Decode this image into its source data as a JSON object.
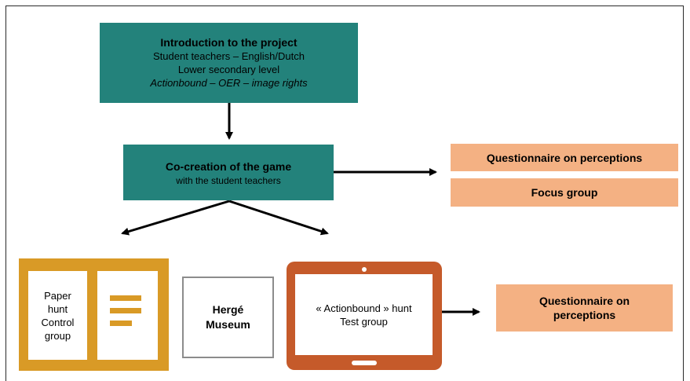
{
  "intro": {
    "title": "Introduction to the project",
    "line1": "Student teachers – English/Dutch",
    "line2": "Lower secondary level",
    "line3": "Actionbound – OER – image rights"
  },
  "cocreation": {
    "title": "Co-creation of the game",
    "subtitle": "with the student teachers"
  },
  "outputs": {
    "questionnaire": "Questionnaire on perceptions",
    "focus_group": "Focus group"
  },
  "paper_hunt": {
    "line1": "Paper",
    "line2": "hunt",
    "line3": "Control",
    "line4": "group"
  },
  "museum": {
    "line1": "Hergé",
    "line2": "Museum"
  },
  "actionbound": {
    "line1": "« Actionbound » hunt",
    "line2": "Test group"
  },
  "final_output": {
    "line1": "Questionnaire on",
    "line2": "perceptions"
  },
  "colors": {
    "teal": "#23827b",
    "peach": "#f4b183",
    "gold": "#d99a26",
    "rust": "#c55a2a"
  }
}
